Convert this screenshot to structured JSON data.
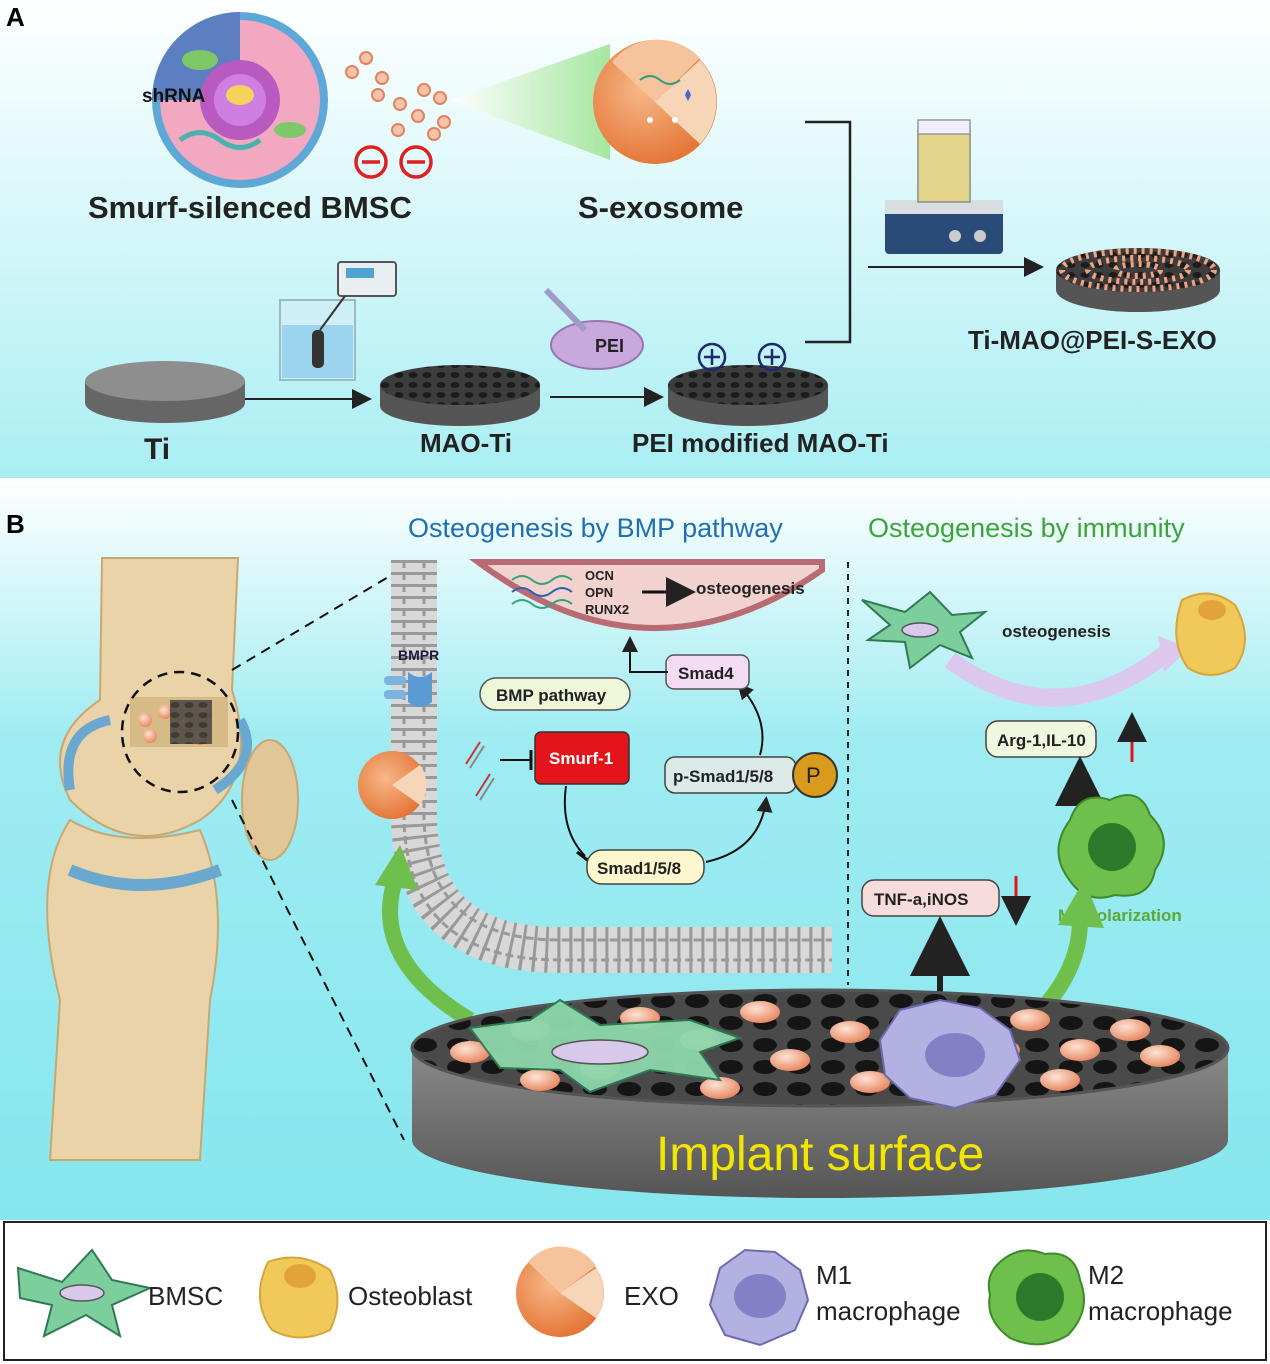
{
  "panel_a": {
    "label": "A",
    "shrna": "shRNA",
    "bmsc_title": "Smurf-silenced BMSC",
    "exosome_title": "S-exosome",
    "ti": "Ti",
    "mao_ti": "MAO-Ti",
    "pei_dish": "PEI",
    "pei_modified": "PEI modified MAO-Ti",
    "product": "Ti-MAO@PEI-S-EXO"
  },
  "panel_b": {
    "label": "B",
    "bmp_heading": "Osteogenesis by BMP pathway",
    "immunity_heading": "Osteogenesis by immunity",
    "genes": [
      "OCN",
      "OPN",
      "RUNX2"
    ],
    "osteogenesis_nucleus": "osteogenesis",
    "bmpr": "BMPR",
    "bmp_pathway": "BMP pathway",
    "smurf1": "Smurf-1",
    "smad158": "Smad1/5/8",
    "psmad158": "p-Smad1/5/8",
    "phospho": "P",
    "smad4": "Smad4",
    "osteogenesis_immune": "osteogenesis",
    "arg1": "Arg-1,IL-10",
    "tnfa": "TNF-a,iNOS",
    "m2_polarization": "M2 polarization",
    "implant_surface": "Implant surface"
  },
  "legend": {
    "bmsc": "BMSC",
    "osteoblast": "Osteoblast",
    "exo": "EXO",
    "m1_line1": "M1",
    "m1_line2": "macrophage",
    "m2_line1": "M2",
    "m2_line2": "macrophage"
  },
  "colors": {
    "bmp_heading": "#1f6fb5",
    "immunity_heading": "#3aa63a",
    "implant_text": "#f2e600",
    "smurf_fill": "#e3151a",
    "bmsc_green": "#7ccf9c",
    "m1_purple": "#a9a6dc",
    "m2_green": "#6fbf4c",
    "osteoblast_yellow": "#f1c95a",
    "exo_orange": "#f08a4b"
  }
}
